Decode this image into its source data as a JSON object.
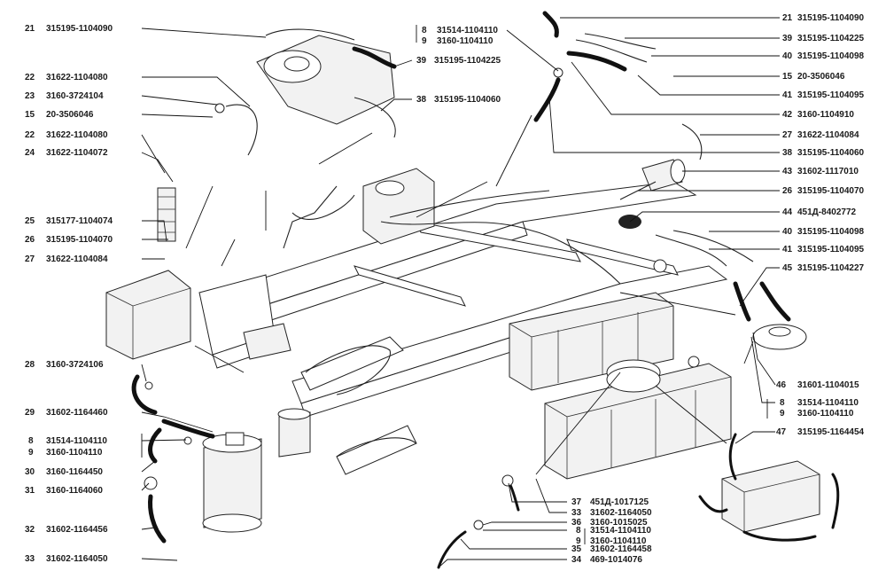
{
  "callouts": [
    {
      "num": "21",
      "code": "315195-1104090"
    },
    {
      "num": "22",
      "code": "31622-1104080"
    },
    {
      "num": "23",
      "code": "3160-3724104"
    },
    {
      "num": "15",
      "code": "20-3506046"
    },
    {
      "num": "22",
      "code": "31622-1104080"
    },
    {
      "num": "24",
      "code": "31622-1104072"
    },
    {
      "num": "25",
      "code": "315177-1104074"
    },
    {
      "num": "26",
      "code": "315195-1104070"
    },
    {
      "num": "27",
      "code": "31622-1104084"
    },
    {
      "num": "28",
      "code": "3160-3724106"
    },
    {
      "num": "29",
      "code": "31602-1164460"
    },
    {
      "num": "8",
      "code": "31514-1104110"
    },
    {
      "num": "9",
      "code": "3160-1104110"
    },
    {
      "num": "30",
      "code": "3160-1164450"
    },
    {
      "num": "31",
      "code": "3160-1164060"
    },
    {
      "num": "32",
      "code": "31602-1164456"
    },
    {
      "num": "33",
      "code": "31602-1164050"
    },
    {
      "num": "8",
      "code": "31514-1104110"
    },
    {
      "num": "9",
      "code": "3160-1104110"
    },
    {
      "num": "39",
      "code": "315195-1104225"
    },
    {
      "num": "38",
      "code": "315195-1104060"
    },
    {
      "num": "21",
      "code": "315195-1104090"
    },
    {
      "num": "39",
      "code": "315195-1104225"
    },
    {
      "num": "40",
      "code": "315195-1104098"
    },
    {
      "num": "15",
      "code": "20-3506046"
    },
    {
      "num": "41",
      "code": "315195-1104095"
    },
    {
      "num": "42",
      "code": "3160-1104910"
    },
    {
      "num": "27",
      "code": "31622-1104084"
    },
    {
      "num": "38",
      "code": "315195-1104060"
    },
    {
      "num": "43",
      "code": "31602-1117010"
    },
    {
      "num": "26",
      "code": "315195-1104070"
    },
    {
      "num": "44",
      "code": "451Д-8402772"
    },
    {
      "num": "40",
      "code": "315195-1104098"
    },
    {
      "num": "41",
      "code": "315195-1104095"
    },
    {
      "num": "45",
      "code": "315195-1104227"
    },
    {
      "num": "46",
      "code": "31601-1104015"
    },
    {
      "num": "8",
      "code": "31514-1104110"
    },
    {
      "num": "9",
      "code": "3160-1104110"
    },
    {
      "num": "47",
      "code": "315195-1164454"
    },
    {
      "num": "37",
      "code": "451Д-1017125"
    },
    {
      "num": "33",
      "code": "31602-1164050"
    },
    {
      "num": "36",
      "code": "3160-1015025"
    },
    {
      "num": "8",
      "code": "31514-1104110"
    },
    {
      "num": "9",
      "code": "3160-1104110"
    },
    {
      "num": "35",
      "code": "31602-1164458"
    },
    {
      "num": "34",
      "code": "469-1014076"
    }
  ]
}
